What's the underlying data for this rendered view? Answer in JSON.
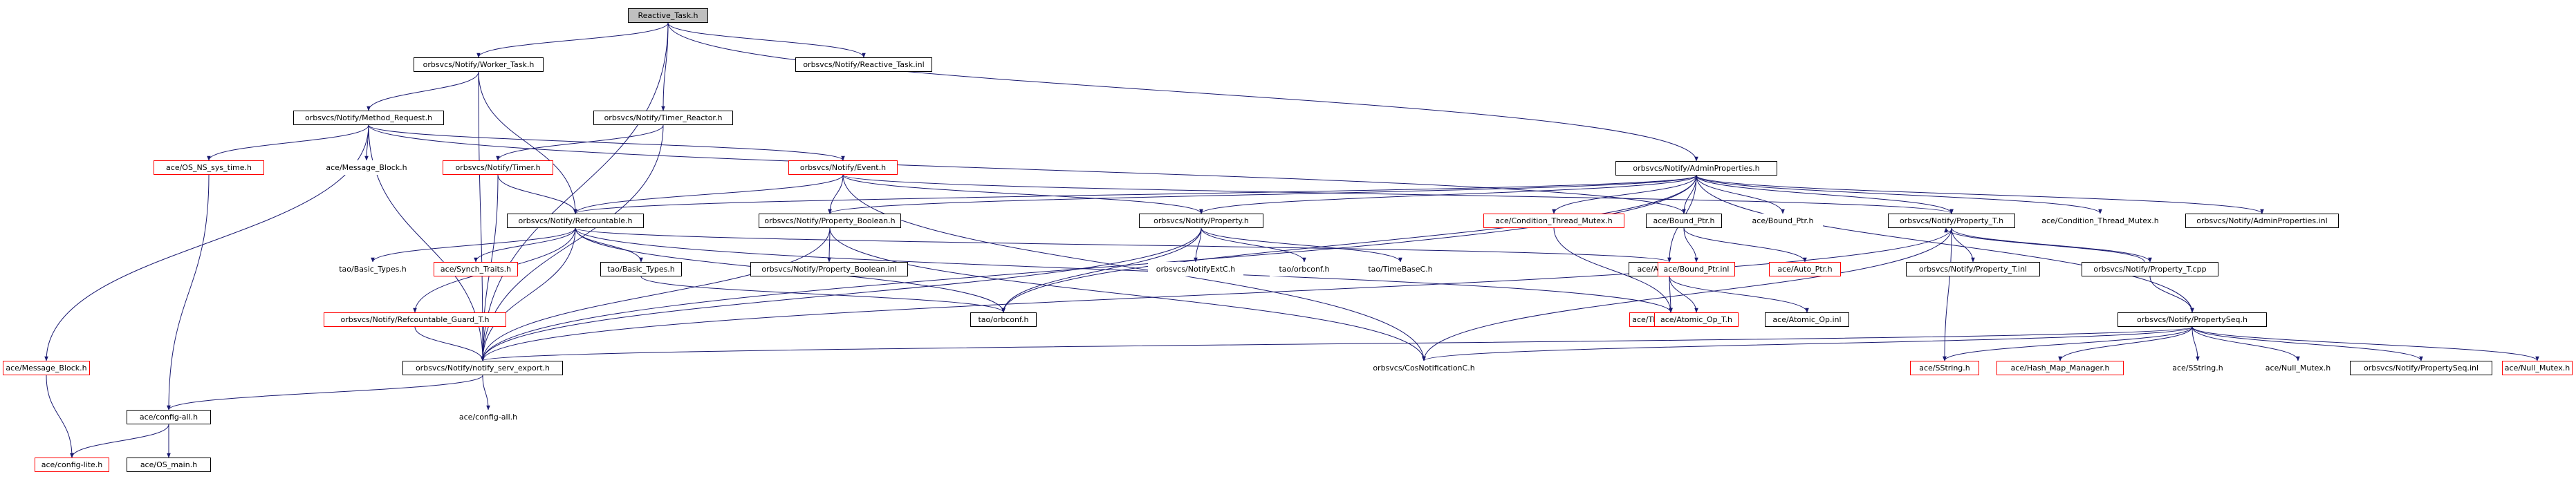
{
  "colors": {
    "edge": "#191970",
    "red_border": "#ff0000",
    "root_fill": "#bfbfbf",
    "border": "#000000",
    "background": "#ffffff"
  },
  "nodes": [
    {
      "id": "rt",
      "label": "Reactive_Task.h",
      "style": "root"
    },
    {
      "id": "wt",
      "label": "orbsvcs/Notify/Worker_Task.h",
      "style": "black"
    },
    {
      "id": "rti",
      "label": "orbsvcs/Notify/Reactive_Task.inl",
      "style": "black"
    },
    {
      "id": "mr",
      "label": "orbsvcs/Notify/Method_Request.h",
      "style": "black"
    },
    {
      "id": "tr",
      "label": "orbsvcs/Notify/Timer_Reactor.h",
      "style": "black"
    },
    {
      "id": "ap",
      "label": "orbsvcs/Notify/AdminProperties.h",
      "style": "black"
    },
    {
      "id": "ons",
      "label": "ace/OS_NS_sys_time.h",
      "style": "red"
    },
    {
      "id": "amb",
      "label": "ace/Message_Block.h",
      "style": "white"
    },
    {
      "id": "tim",
      "label": "orbsvcs/Notify/Timer.h",
      "style": "red"
    },
    {
      "id": "ev",
      "label": "orbsvcs/Notify/Event.h",
      "style": "red"
    },
    {
      "id": "ref",
      "label": "orbsvcs/Notify/Refcountable.h",
      "style": "black"
    },
    {
      "id": "pb",
      "label": "orbsvcs/Notify/Property_Boolean.h",
      "style": "black"
    },
    {
      "id": "pr",
      "label": "orbsvcs/Notify/Property.h",
      "style": "black"
    },
    {
      "id": "ctm",
      "label": "ace/Condition_Thread_Mutex.h",
      "style": "red"
    },
    {
      "id": "bp",
      "label": "ace/Bound_Ptr.h",
      "style": "black"
    },
    {
      "id": "bpw",
      "label": "ace/Bound_Ptr.h",
      "style": "white"
    },
    {
      "id": "pt",
      "label": "orbsvcs/Notify/Property_T.h",
      "style": "black"
    },
    {
      "id": "ctmw",
      "label": "ace/Condition_Thread_Mutex.h",
      "style": "white"
    },
    {
      "id": "api",
      "label": "orbsvcs/Notify/AdminProperties.inl",
      "style": "black"
    },
    {
      "id": "tbt1",
      "label": "tao/Basic_Types.h",
      "style": "white"
    },
    {
      "id": "st",
      "label": "ace/Synch_Traits.h",
      "style": "red"
    },
    {
      "id": "tbt2",
      "label": "tao/Basic_Types.h",
      "style": "black"
    },
    {
      "id": "pbi",
      "label": "orbsvcs/Notify/Property_Boolean.inl",
      "style": "black"
    },
    {
      "id": "nec",
      "label": "orbsvcs/NotifyExtC.h",
      "style": "white"
    },
    {
      "id": "occ",
      "label": "tao/orbconf.h",
      "style": "white"
    },
    {
      "id": "tbc",
      "label": "tao/TimeBaseC.h",
      "style": "white"
    },
    {
      "id": "ao",
      "label": "ace/Atomic_Op.h",
      "style": "black"
    },
    {
      "id": "bpi",
      "label": "ace/Bound_Ptr.inl",
      "style": "red"
    },
    {
      "id": "aap",
      "label": "ace/Auto_Ptr.h",
      "style": "red"
    },
    {
      "id": "pti",
      "label": "orbsvcs/Notify/Property_T.inl",
      "style": "black"
    },
    {
      "id": "ptc",
      "label": "orbsvcs/Notify/Property_T.cpp",
      "style": "black"
    },
    {
      "id": "rgt",
      "label": "orbsvcs/Notify/Refcountable_Guard_T.h",
      "style": "red"
    },
    {
      "id": "ocf",
      "label": "tao/orbconf.h",
      "style": "black"
    },
    {
      "id": "thm",
      "label": "ace/Thread_Mutex.h",
      "style": "red"
    },
    {
      "id": "aot",
      "label": "ace/Atomic_Op_T.h",
      "style": "red"
    },
    {
      "id": "aoi",
      "label": "ace/Atomic_Op.inl",
      "style": "black"
    },
    {
      "id": "ps",
      "label": "orbsvcs/Notify/PropertySeq.h",
      "style": "black"
    },
    {
      "id": "amb2",
      "label": "ace/Message_Block.h",
      "style": "red"
    },
    {
      "id": "nse",
      "label": "orbsvcs/Notify/notify_serv_export.h",
      "style": "black"
    },
    {
      "id": "cnc",
      "label": "orbsvcs/CosNotificationC.h",
      "style": "white"
    },
    {
      "id": "ss1",
      "label": "ace/SString.h",
      "style": "red"
    },
    {
      "id": "hmm",
      "label": "ace/Hash_Map_Manager.h",
      "style": "red"
    },
    {
      "id": "ss2",
      "label": "ace/SString.h",
      "style": "white"
    },
    {
      "id": "nm1",
      "label": "ace/Null_Mutex.h",
      "style": "white"
    },
    {
      "id": "psi",
      "label": "orbsvcs/Notify/PropertySeq.inl",
      "style": "black"
    },
    {
      "id": "nm2",
      "label": "ace/Null_Mutex.h",
      "style": "red"
    },
    {
      "id": "cfa1",
      "label": "ace/config-all.h",
      "style": "black"
    },
    {
      "id": "cfa2",
      "label": "ace/config-all.h",
      "style": "white"
    },
    {
      "id": "cfl",
      "label": "ace/config-lite.h",
      "style": "red"
    },
    {
      "id": "osm",
      "label": "ace/OS_main.h",
      "style": "black"
    }
  ],
  "edges": [
    [
      "rt",
      "wt"
    ],
    [
      "rt",
      "rti"
    ],
    [
      "rt",
      "tr"
    ],
    [
      "rt",
      "ap"
    ],
    [
      "rt",
      "nse"
    ],
    [
      "wt",
      "mr"
    ],
    [
      "wt",
      "ref"
    ],
    [
      "wt",
      "nse"
    ],
    [
      "mr",
      "ons"
    ],
    [
      "mr",
      "amb"
    ],
    [
      "mr",
      "ev"
    ],
    [
      "mr",
      "bp"
    ],
    [
      "mr",
      "amb2"
    ],
    [
      "mr",
      "nse"
    ],
    [
      "tr",
      "tim"
    ],
    [
      "tr",
      "nse"
    ],
    [
      "tim",
      "ref"
    ],
    [
      "tim",
      "nse"
    ],
    [
      "ev",
      "ref"
    ],
    [
      "ev",
      "pb"
    ],
    [
      "ev",
      "pr"
    ],
    [
      "ev",
      "pt"
    ],
    [
      "ev",
      "cnc"
    ],
    [
      "ap",
      "ref"
    ],
    [
      "ap",
      "pb"
    ],
    [
      "ap",
      "pr"
    ],
    [
      "ap",
      "ctm"
    ],
    [
      "ap",
      "bp"
    ],
    [
      "ap",
      "bpw"
    ],
    [
      "ap",
      "pt"
    ],
    [
      "ap",
      "ctmw"
    ],
    [
      "ap",
      "api"
    ],
    [
      "ap",
      "ao"
    ],
    [
      "ap",
      "ps"
    ],
    [
      "ap",
      "nse"
    ],
    [
      "ap",
      "ocf"
    ],
    [
      "ref",
      "tbt1"
    ],
    [
      "ref",
      "st"
    ],
    [
      "ref",
      "tbt2"
    ],
    [
      "ref",
      "rgt"
    ],
    [
      "ref",
      "ao"
    ],
    [
      "ref",
      "thm"
    ],
    [
      "ref",
      "ocf"
    ],
    [
      "ref",
      "nse"
    ],
    [
      "pb",
      "pbi"
    ],
    [
      "pb",
      "nse"
    ],
    [
      "pb",
      "cnc"
    ],
    [
      "pr",
      "nec"
    ],
    [
      "pr",
      "occ"
    ],
    [
      "pr",
      "tbc"
    ],
    [
      "pr",
      "ocf"
    ],
    [
      "pr",
      "nse"
    ],
    [
      "ctm",
      "thm"
    ],
    [
      "bp",
      "bpi"
    ],
    [
      "bp",
      "aap"
    ],
    [
      "pt",
      "pti"
    ],
    [
      "pt",
      "ptc"
    ],
    [
      "pt",
      "nse"
    ],
    [
      "pt",
      "cnc"
    ],
    [
      "pt",
      "ss1"
    ],
    [
      "ptc",
      "pt"
    ],
    [
      "ptc",
      "ps"
    ],
    [
      "ao",
      "thm"
    ],
    [
      "ao",
      "aot"
    ],
    [
      "ao",
      "aoi"
    ],
    [
      "tbt2",
      "ocf"
    ],
    [
      "rgt",
      "nse"
    ],
    [
      "ps",
      "nse"
    ],
    [
      "ps",
      "cnc"
    ],
    [
      "ps",
      "ss1"
    ],
    [
      "ps",
      "hmm"
    ],
    [
      "ps",
      "ss2"
    ],
    [
      "ps",
      "nm1"
    ],
    [
      "ps",
      "psi"
    ],
    [
      "ps",
      "nm2"
    ],
    [
      "ons",
      "cfa1"
    ],
    [
      "nse",
      "cfa1"
    ],
    [
      "nse",
      "cfa2"
    ],
    [
      "amb2",
      "cfl"
    ],
    [
      "cfa1",
      "cfl"
    ],
    [
      "cfa1",
      "osm"
    ]
  ]
}
